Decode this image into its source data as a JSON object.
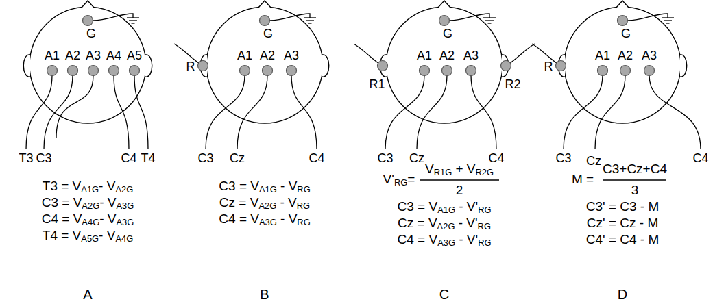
{
  "diagram": {
    "labels": [
      "A1",
      "A2",
      "A3",
      "A4",
      "A5",
      "G",
      "T3",
      "C3",
      "C4",
      "T4",
      "T3 = VA1G- VA2G",
      "C3 = VA2G- VA3G",
      "C4 = VA4G- VA3G",
      "T4 = VA5G- VA4G",
      "A",
      "A1",
      "A2",
      "A3",
      "G",
      "R",
      "C3",
      "Cz",
      "C4",
      "C3 = VA1G - VRG",
      "Cz = VA2G - VRG",
      "C4 = VA3G - VRG",
      "B",
      "A1",
      "A2",
      "A3",
      "G",
      "R1",
      "R2",
      "C3",
      "Cz",
      "C4",
      "V'RG=",
      "VR1G + VR2G",
      "2",
      "C3 = VA1G - V'RG",
      "Cz = VA2G - V'RG",
      "C4 = VA3G - V'RG",
      "C",
      "A1",
      "A2",
      "A3",
      "G",
      "R",
      "C3",
      "Cz",
      "C4",
      "M =",
      "C3+Cz+C4",
      "3",
      "C3' = C3 - M",
      "Cz' = Cz - M",
      "C4' = C4 - M",
      "D"
    ]
  }
}
